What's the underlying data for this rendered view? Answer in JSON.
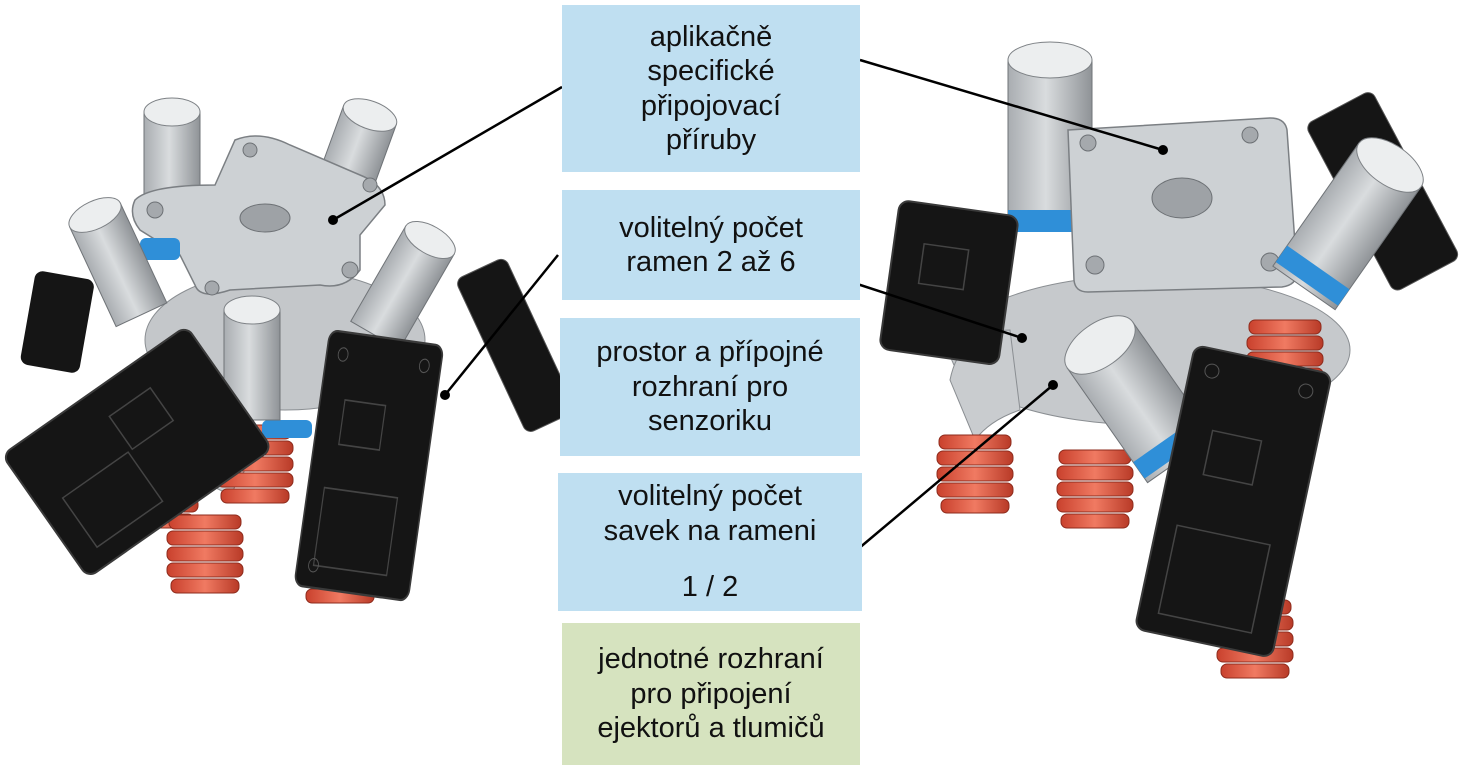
{
  "callouts": {
    "flange": "aplikačně\nspecifické\npřipojovací\npříruby",
    "arms": "volitelný počet\nramen 2 až 6",
    "sensor": "prostor a přípojné\nrozhraní pro\nsenzoriku",
    "cups": "volitelný počet\nsavek na rameni",
    "cups_count": "1 / 2",
    "interface": "jednotné rozhraní\npro připojení\nejektorů a tlumičů"
  },
  "colors": {
    "callout_blue": "#bfdff1",
    "callout_green": "#d6e3bf",
    "metal": "#c9cccf",
    "metal_dark": "#9a9ea2",
    "body_black": "#141414",
    "suction_cup": "#e8553f",
    "ring_blue": "#2f8fd8"
  }
}
